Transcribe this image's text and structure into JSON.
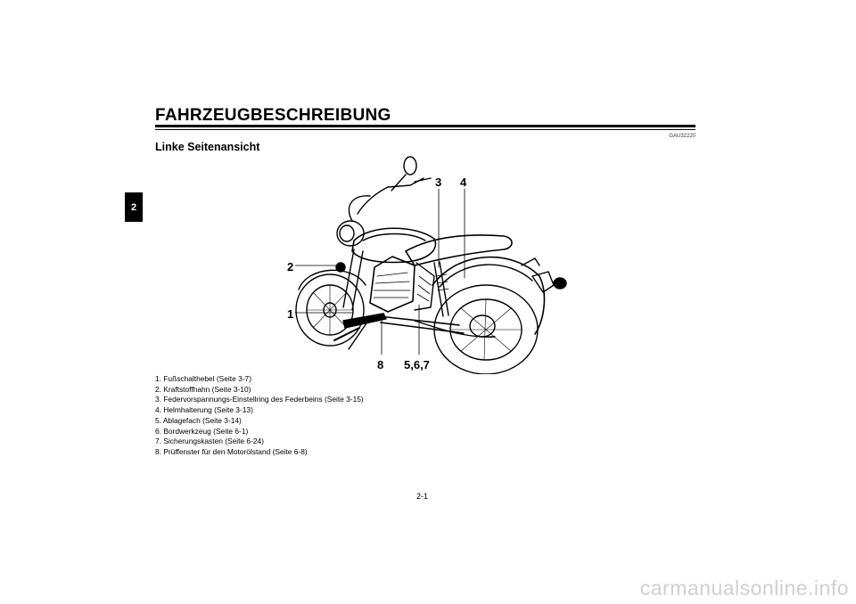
{
  "chapter": "2",
  "page_title": "FAHRZEUGBESCHREIBUNG",
  "doc_code": "GAU32220",
  "section_heading": "Linke Seitenansicht",
  "callouts": {
    "c1": "1",
    "c2": "2",
    "c3": "3",
    "c4": "4",
    "c8": "8",
    "c567": "5,6,7"
  },
  "legend": [
    "1. Fußschalthebel (Seite 3-7)",
    "2. Kraftstoffhahn (Seite 3-10)",
    "3. Federvorspannungs-Einstellring des Federbeins (Seite 3-15)",
    "4. Helmhalterung (Seite 3-13)",
    "5. Ablagefach (Seite 3-14)",
    "6. Bordwerkzeug (Seite 6-1)",
    "7. Sicherungskasten (Seite 6-24)",
    "8. Prüffenster für den Motorölstand (Seite 6-8)"
  ],
  "page_number": "2-1",
  "watermark": "carmanualsonline.info"
}
